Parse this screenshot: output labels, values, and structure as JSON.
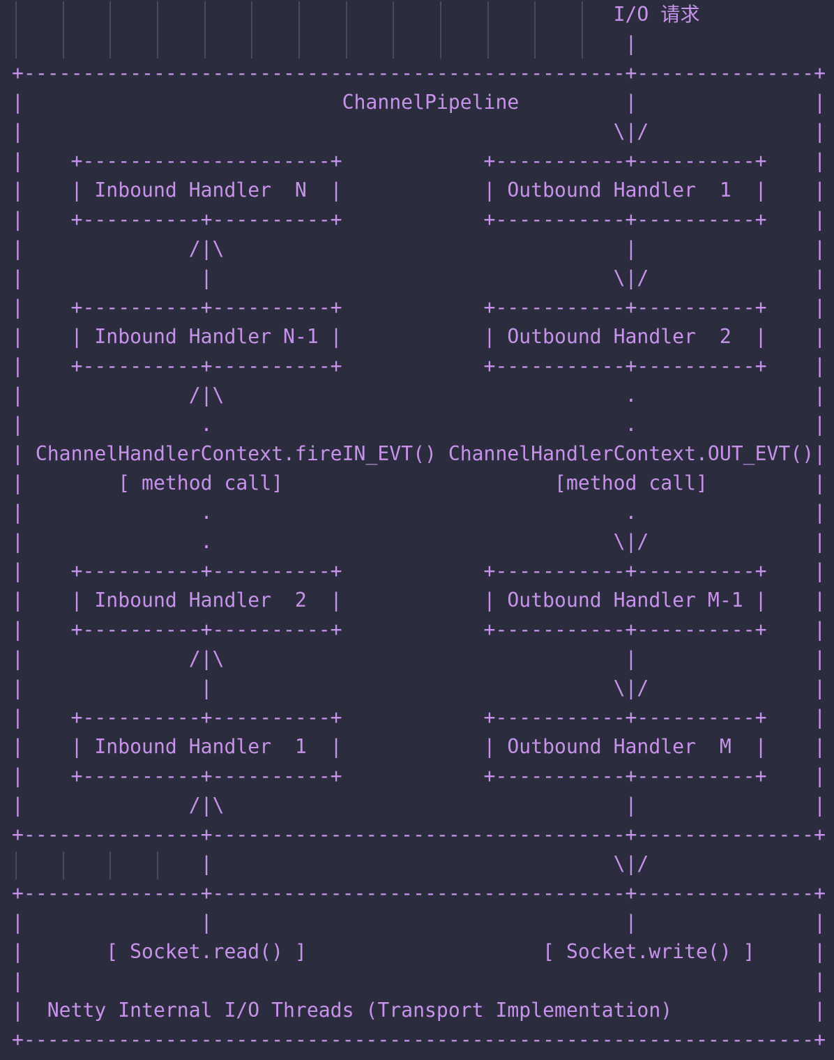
{
  "colors": {
    "background": "#2b2d3e",
    "text": "#c792ea",
    "indent_guide": "#464b63"
  },
  "diagram": {
    "io_request_label": "I/O 请求",
    "pipeline_title": "ChannelPipeline",
    "inbound_handlers": [
      "Inbound Handler  N",
      "Inbound Handler N-1",
      "Inbound Handler  2",
      "Inbound Handler  1"
    ],
    "outbound_handlers": [
      "Outbound Handler  1",
      "Outbound Handler  2",
      "Outbound Handler M-1",
      "Outbound Handler  M"
    ],
    "inbound_context_call": "ChannelHandlerContext.fireIN_EVT()",
    "outbound_context_call": "ChannelHandlerContext.OUT_EVT()",
    "inbound_method_note": "[ method call]",
    "outbound_method_note": "[method call]",
    "socket_read_label": "[ Socket.read() ]",
    "socket_write_label": "[ Socket.write() ]",
    "transport_label": "Netty Internal I/O Threads (Transport Implementation)",
    "ascii_lines": [
      "                                                   I/O 请求",
      "                                                    |",
      "+---------------------------------------------------+---------------+",
      "|                           ChannelPipeline         |               |",
      "|                                                  \\|/              |",
      "|    +---------------------+            +-----------+----------+    |",
      "|    | Inbound Handler  N  |            | Outbound Handler  1  |    |",
      "|    +----------+----------+            +-----------+----------+    |",
      "|              /|\\                                  |               |",
      "|               |                                  \\|/              |",
      "|    +----------+----------+            +-----------+----------+    |",
      "|    | Inbound Handler N-1 |            | Outbound Handler  2  |    |",
      "|    +----------+----------+            +-----------+----------+    |",
      "|              /|\\                                  .               |",
      "|               .                                   .               |",
      "| ChannelHandlerContext.fireIN_EVT() ChannelHandlerContext.OUT_EVT()|",
      "|        [ method call]                       [method call]         |",
      "|               .                                   .               |",
      "|               .                                  \\|/              |",
      "|    +----------+----------+            +-----------+----------+    |",
      "|    | Inbound Handler  2  |            | Outbound Handler M-1 |    |",
      "|    +----------+----------+            +-----------+----------+    |",
      "|              /|\\                                  |               |",
      "|               |                                  \\|/              |",
      "|    +----------+----------+            +-----------+----------+    |",
      "|    | Inbound Handler  1  |            | Outbound Handler  M  |    |",
      "|    +----------+----------+            +-----------+----------+    |",
      "|              /|\\                                  |               |",
      "+---------------+-----------------------------------+---------------+",
      "                |                                  \\|/",
      "+---------------+-----------------------------------+---------------+",
      "|               |                                   |               |",
      "|       [ Socket.read() ]                    [ Socket.write() ]     |",
      "|                                                                   |",
      "|  Netty Internal I/O Threads (Transport Implementation)            |",
      "+-------------------------------------------------------------------+"
    ]
  }
}
